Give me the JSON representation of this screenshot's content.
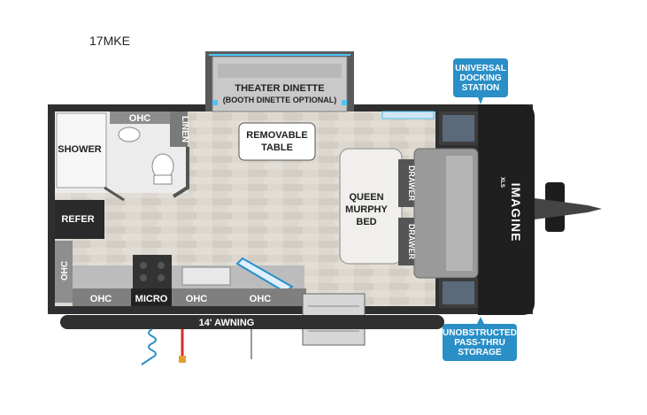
{
  "model": "17MKE",
  "labels": {
    "theater_dinette": "THEATER DINETTE",
    "booth_dinette": "(BOOTH DINETTE OPTIONAL)",
    "removable_table_1": "REMOVABLE",
    "removable_table_2": "TABLE",
    "ohc": "OHC",
    "linen": "LINEN",
    "shower": "SHOWER",
    "refer": "REFER",
    "micro": "MICRO",
    "queen_1": "QUEEN",
    "queen_2": "MURPHY",
    "queen_3": "BED",
    "drawer": "DRAWER",
    "awning": "14' AWNING",
    "brand": "IMAGINE",
    "brand_sub": "XLS"
  },
  "callouts": {
    "universal": [
      "UNIVERSAL",
      "DOCKING",
      "STATION"
    ],
    "storage": [
      "UNOBSTRUCTED",
      "PASS-THRU",
      "STORAGE"
    ]
  },
  "colors": {
    "callout": "#2a8fc7",
    "wall": "#3a3a3a",
    "floor": "#d9d4cc",
    "accent_light": "#4fc3f7",
    "hose": "#2a8fc7",
    "cord": "#d0312d"
  }
}
